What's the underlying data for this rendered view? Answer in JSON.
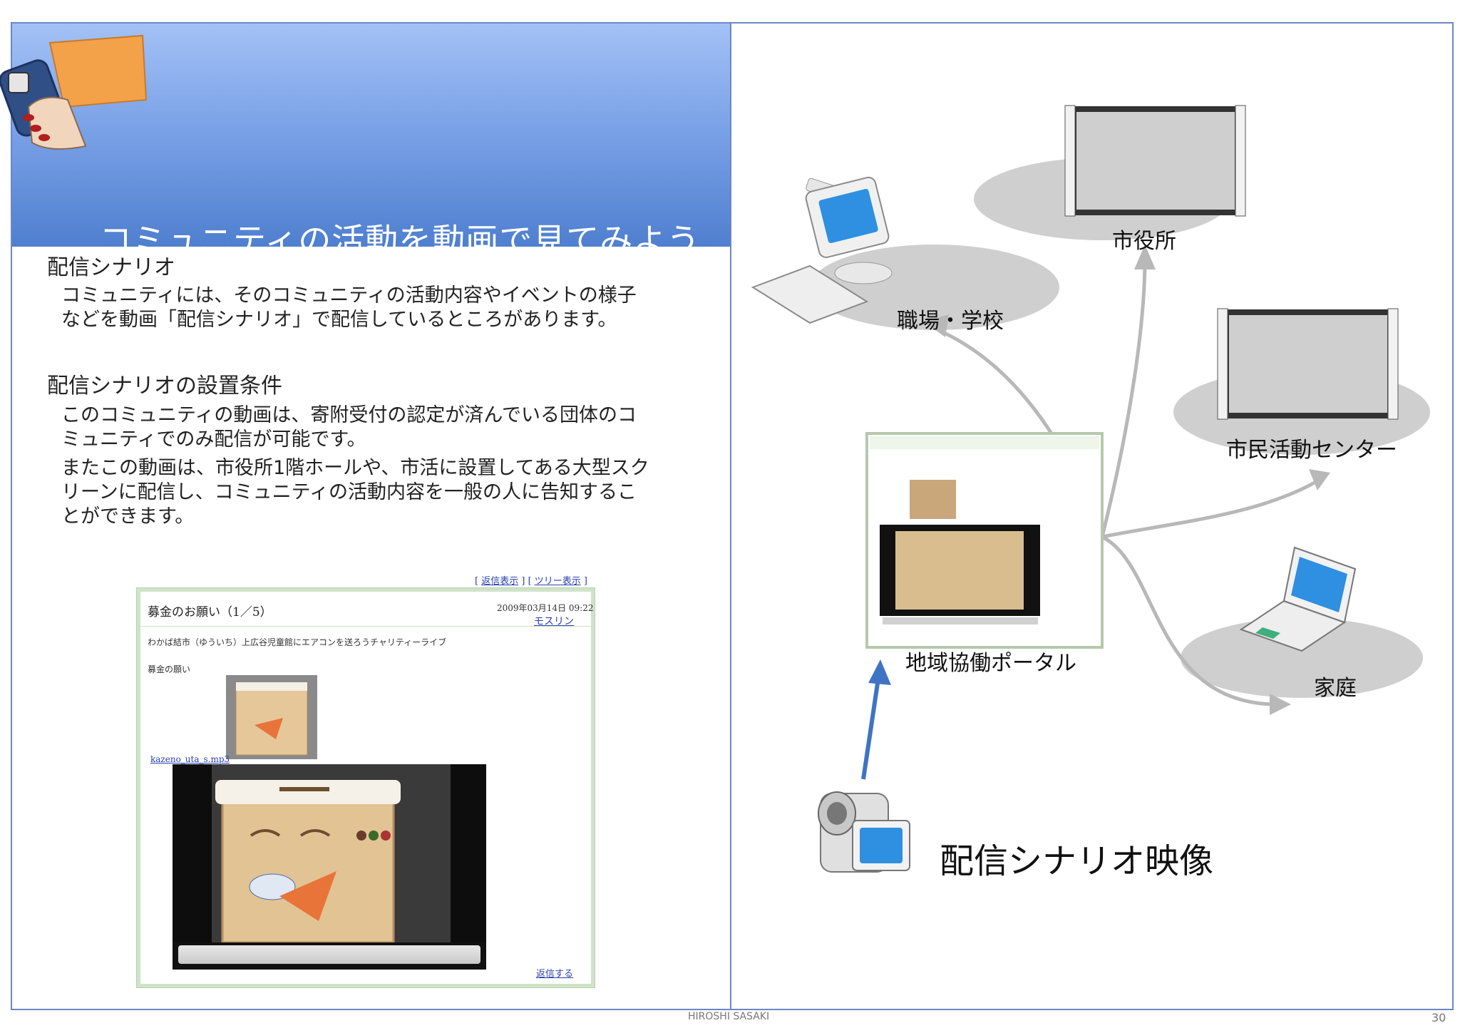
{
  "header": {
    "title": "コミュニティの活動を動画で見てみよう"
  },
  "sections": [
    {
      "heading": "配信シナリオ",
      "paragraphs": [
        "コミュニティには、そのコミュニティの活動内容やイベントの様子\nなどを動画「配信シナリオ」で配信しているところがあります。"
      ]
    },
    {
      "heading": "配信シナリオの設置条件",
      "paragraphs": [
        "このコミュニティの動画は、寄附受付の認定が済んでいる団体のコ\nミュニティでのみ配信が可能です。",
        "またこの動画は、市役所1階ホールや、市活に設置してある大型スク\nリーンに配信し、コミュニティの活動内容を一般の人に告知するこ\nとができます。"
      ]
    }
  ],
  "screenshot": {
    "link_reply_view": "返信表示",
    "link_tree_view": "ツリー表示",
    "post_title": "募金のお願い（1／5）",
    "post_date": "2009年03月14日 09:22",
    "author": "モスリン",
    "event_line": "わかば結市（ゆういち）上広谷児童館にエアコンを送ろうチャリティーライブ",
    "body_text": "募金の願い",
    "attachment": "kazeno_uta_s.mp3",
    "reply_link": "返信する"
  },
  "diagram": {
    "nodes": {
      "city_hall": "市役所",
      "work_school": "職場・学校",
      "civic_center": "市民活動センター",
      "portal": "地域協働ポータル",
      "home": "家庭"
    },
    "source_label": "配信シナリオ映像",
    "icons": [
      "hand-remote-icon",
      "desktop-computer-icon",
      "flat-screen-tv-icon",
      "laptop-icon",
      "video-camera-icon"
    ]
  },
  "footer": {
    "author": "HIROSHI SASAKI",
    "page": "30"
  }
}
